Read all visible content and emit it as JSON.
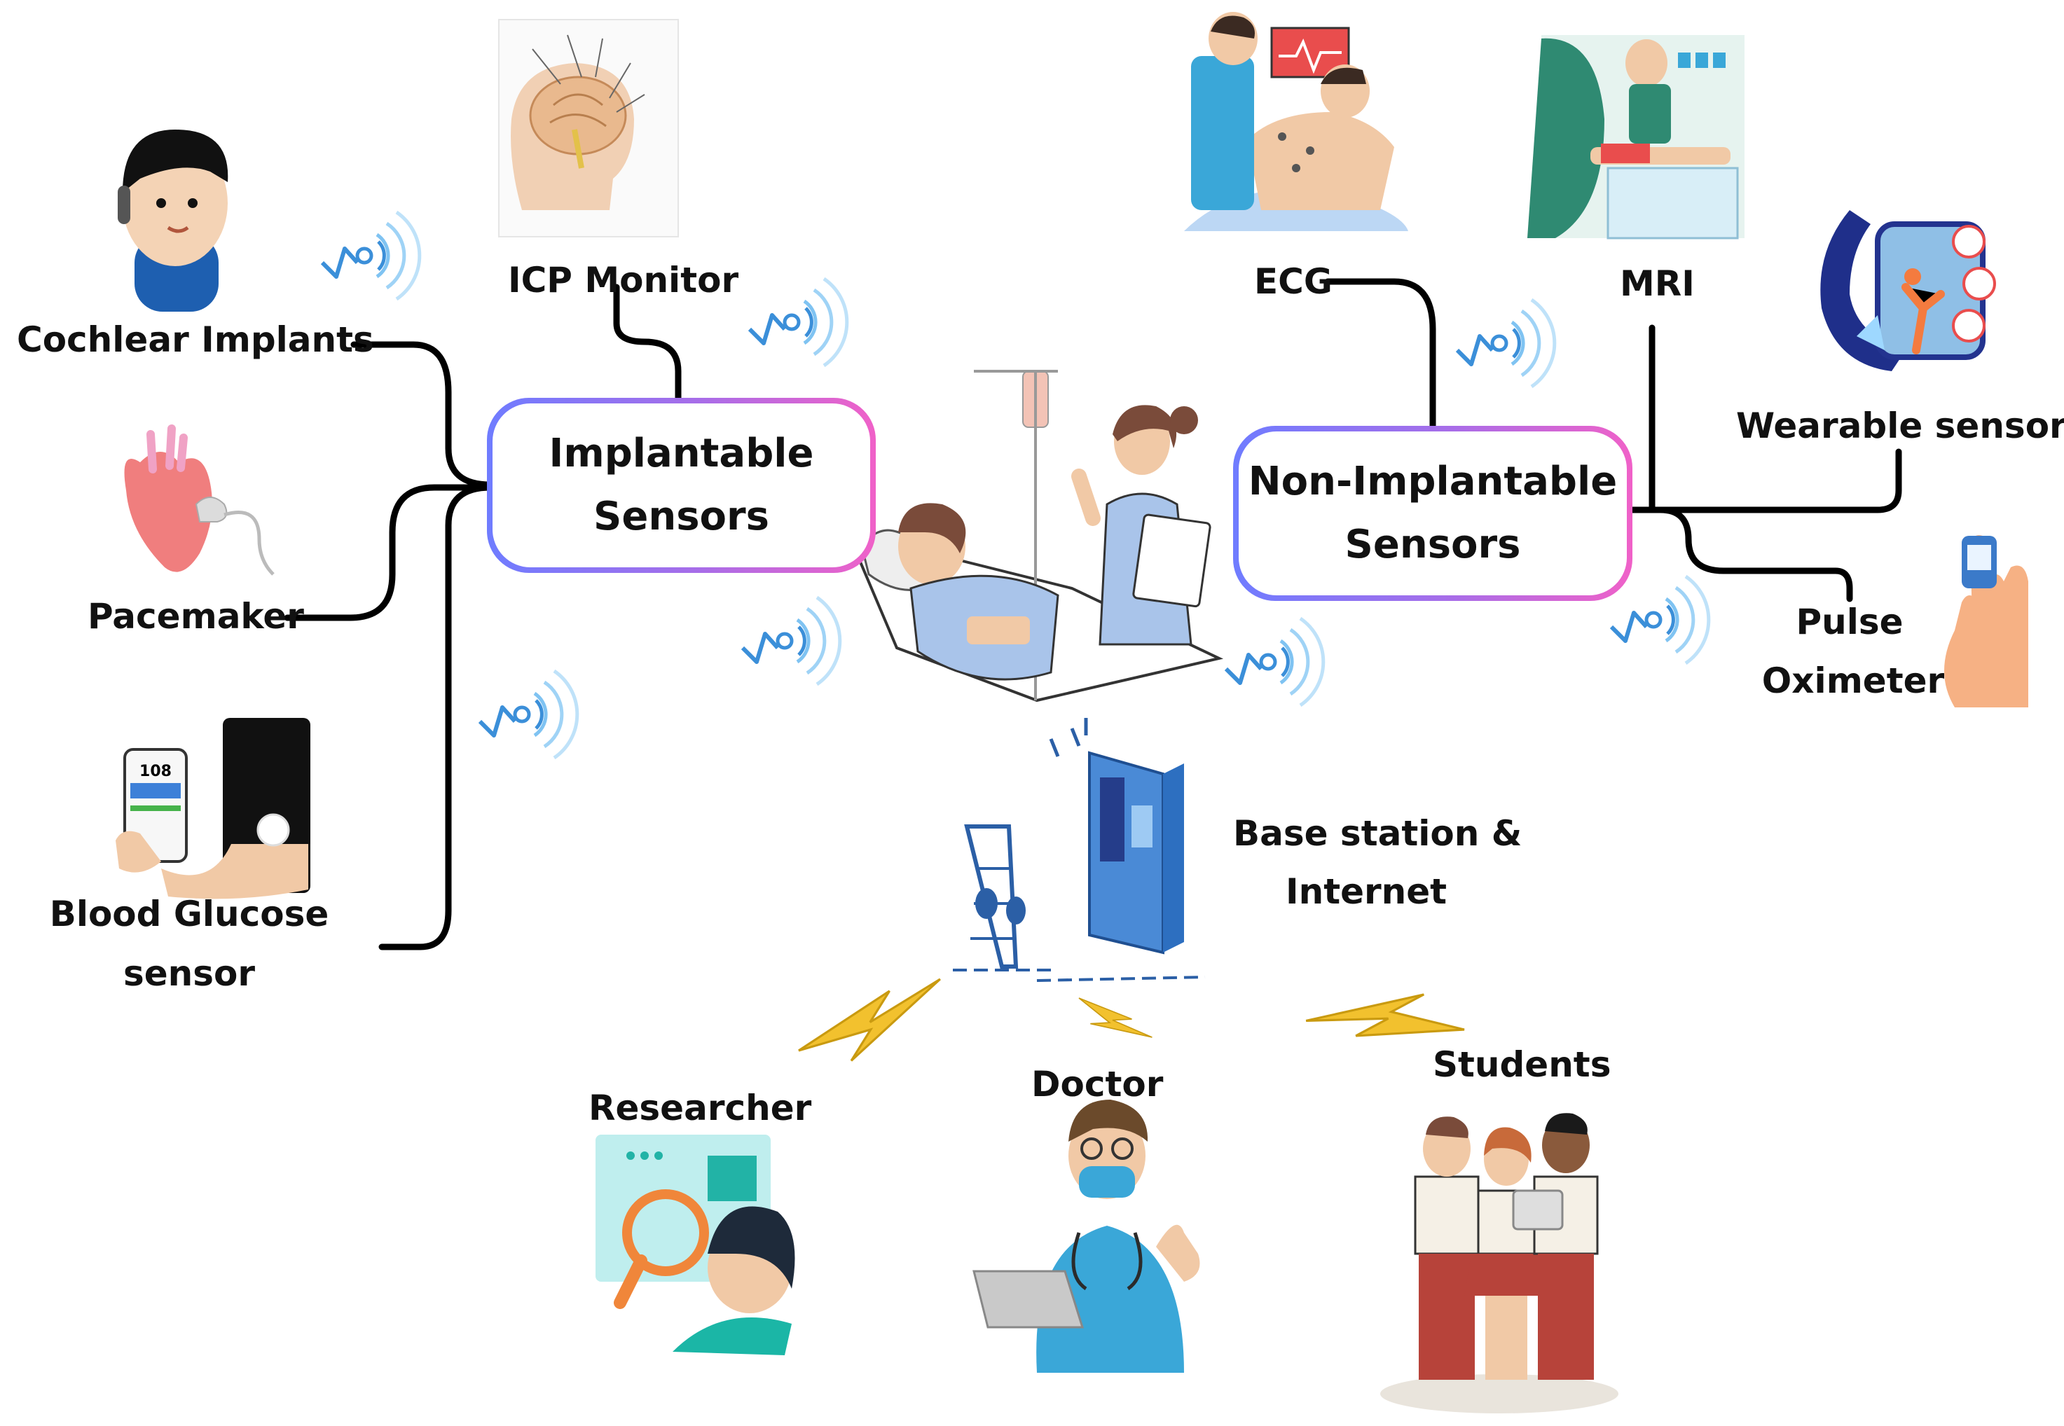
{
  "hubs": {
    "implantable": {
      "line1": "Implantable",
      "line2": "Sensors"
    },
    "non_implantable": {
      "line1": "Non-Implantable",
      "line2": "Sensors"
    }
  },
  "implantable_items": {
    "cochlear": "Cochlear Implants",
    "icp": "ICP Monitor",
    "pacemaker": "Pacemaker",
    "glucose_line1": "Blood Glucose",
    "glucose_line2": "sensor"
  },
  "non_implantable_items": {
    "ecg": "ECG",
    "mri": "MRI",
    "wearable": "Wearable sensors",
    "pulse_line1": "Pulse",
    "pulse_line2": "Oximeter"
  },
  "network": {
    "line1": "Base station &",
    "line2": "Internet"
  },
  "users": {
    "researcher": "Researcher",
    "doctor": "Doctor",
    "students": "Students"
  },
  "glucose_reading": "108",
  "colors": {
    "connector": "#000000",
    "gradient_start": "#6f7cff",
    "gradient_end": "#f061c8",
    "wireless": "#3b8fd9",
    "lightning": "#f2c12e",
    "scrub": "#3aa7d8"
  }
}
